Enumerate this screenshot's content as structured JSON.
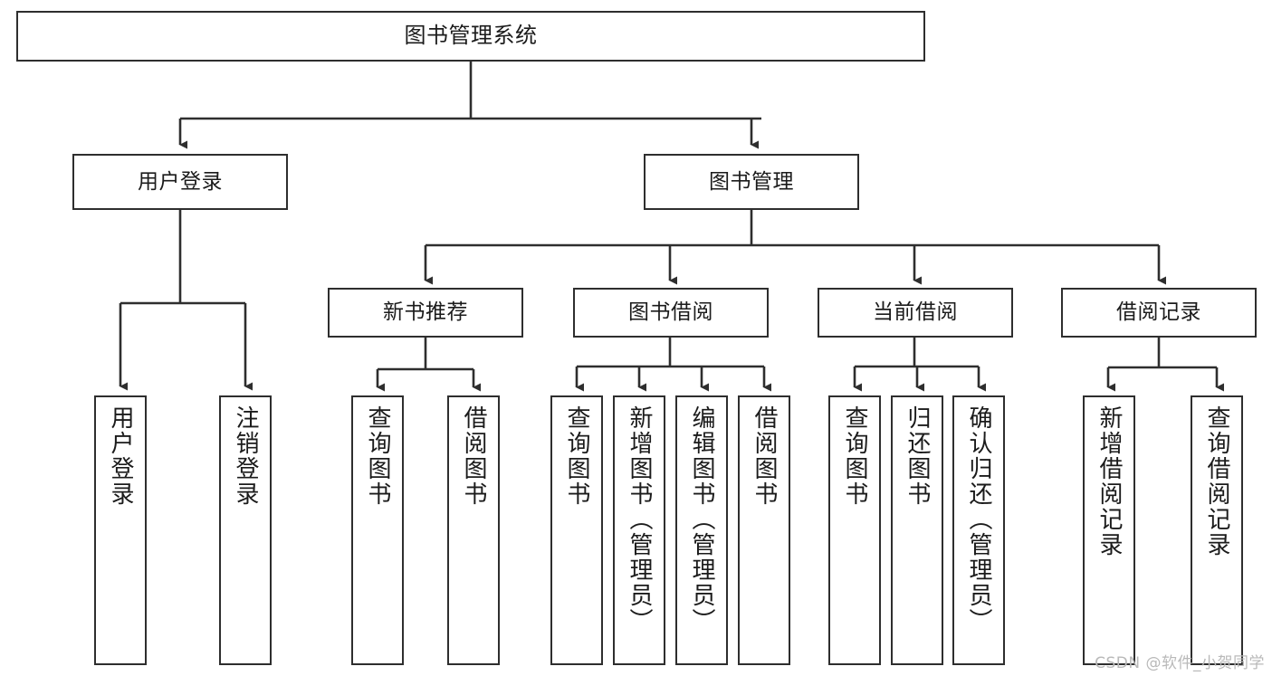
{
  "diagram": {
    "title": "图书管理系统",
    "watermark": "CSDN @软件_小贺同学",
    "colors": {
      "stroke": "#2e2e2e",
      "fill": "#ffffff",
      "text": "#1b1b1b",
      "watermark": "#b9b9b9"
    },
    "levels": {
      "root": {
        "label": "图书管理系统"
      },
      "level2": [
        {
          "label": "用户登录"
        },
        {
          "label": "图书管理"
        }
      ],
      "level3": [
        {
          "label": "新书推荐"
        },
        {
          "label": "图书借阅"
        },
        {
          "label": "当前借阅"
        },
        {
          "label": "借阅记录"
        }
      ],
      "leaves": {
        "user_login": [
          {
            "label": "用户登录"
          },
          {
            "label": "注销登录"
          }
        ],
        "new_book_recommend": [
          {
            "label": "查询图书"
          },
          {
            "label": "借阅图书"
          }
        ],
        "book_borrow": [
          {
            "label": "查询图书"
          },
          {
            "label": "新增图书（管理员）"
          },
          {
            "label": "编辑图书（管理员）"
          },
          {
            "label": "借阅图书"
          }
        ],
        "current_borrow": [
          {
            "label": "查询图书"
          },
          {
            "label": "归还图书"
          },
          {
            "label": "确认归还（管理员）"
          }
        ],
        "borrow_record": [
          {
            "label": "新增借阅记录"
          },
          {
            "label": "查询借阅记录"
          }
        ]
      }
    }
  }
}
